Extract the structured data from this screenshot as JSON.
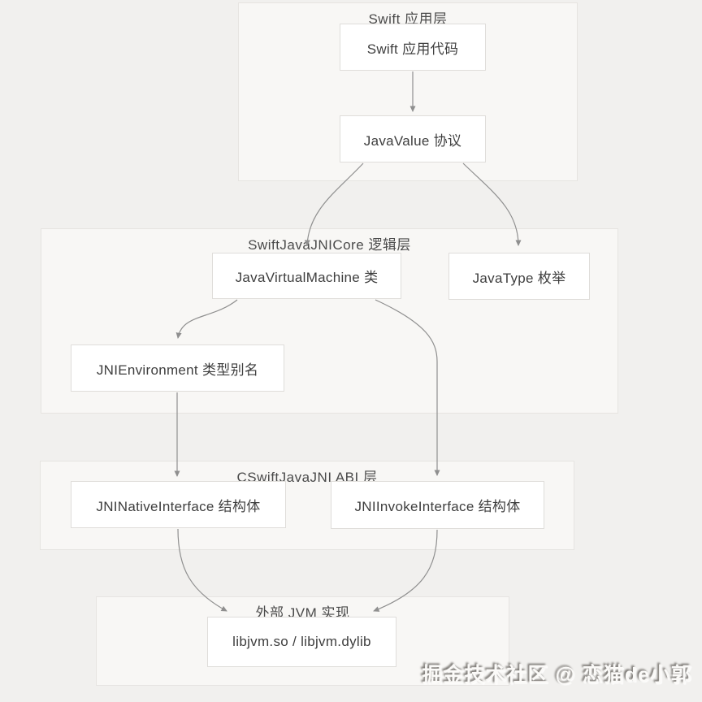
{
  "diagram": {
    "groups": [
      {
        "title": "Swift 应用层",
        "nodes": [
          {
            "label": "Swift 应用代码"
          },
          {
            "label": "JavaValue 协议"
          }
        ]
      },
      {
        "title": "SwiftJavaJNICore 逻辑层",
        "nodes": [
          {
            "label": "JavaVirtualMachine 类"
          },
          {
            "label": "JavaType 枚举"
          },
          {
            "label": "JNIEnvironment 类型别名"
          }
        ]
      },
      {
        "title": "CSwiftJavaJNI ABI 层",
        "nodes": [
          {
            "label": "JNINativeInterface 结构体"
          },
          {
            "label": "JNIInvokeInterface 结构体"
          }
        ]
      },
      {
        "title": "外部 JVM 实现",
        "nodes": [
          {
            "label": "libjvm.so / libjvm.dylib"
          }
        ]
      }
    ],
    "edges": [
      {
        "from": "Swift 应用代码",
        "to": "JavaValue 协议"
      },
      {
        "from": "JavaValue 协议",
        "to": "JavaVirtualMachine 类"
      },
      {
        "from": "JavaValue 协议",
        "to": "JavaType 枚举"
      },
      {
        "from": "JavaVirtualMachine 类",
        "to": "JNIEnvironment 类型别名"
      },
      {
        "from": "JavaVirtualMachine 类",
        "to": "JNIInvokeInterface 结构体"
      },
      {
        "from": "JNIEnvironment 类型别名",
        "to": "JNINativeInterface 结构体"
      },
      {
        "from": "JNINativeInterface 结构体",
        "to": "libjvm.so / libjvm.dylib"
      },
      {
        "from": "JNIInvokeInterface 结构体",
        "to": "libjvm.so / libjvm.dylib"
      }
    ],
    "colors": {
      "background": "#f1f0ee",
      "group_fill": "#f8f7f5",
      "group_border": "#e6e4e1",
      "node_fill": "#ffffff",
      "node_border": "#dfddda",
      "arrow": "#8f8f8f",
      "text": "#3e3e3e"
    }
  },
  "watermark": {
    "text": "掘金技术社区 @ 恋猫de小郭"
  }
}
